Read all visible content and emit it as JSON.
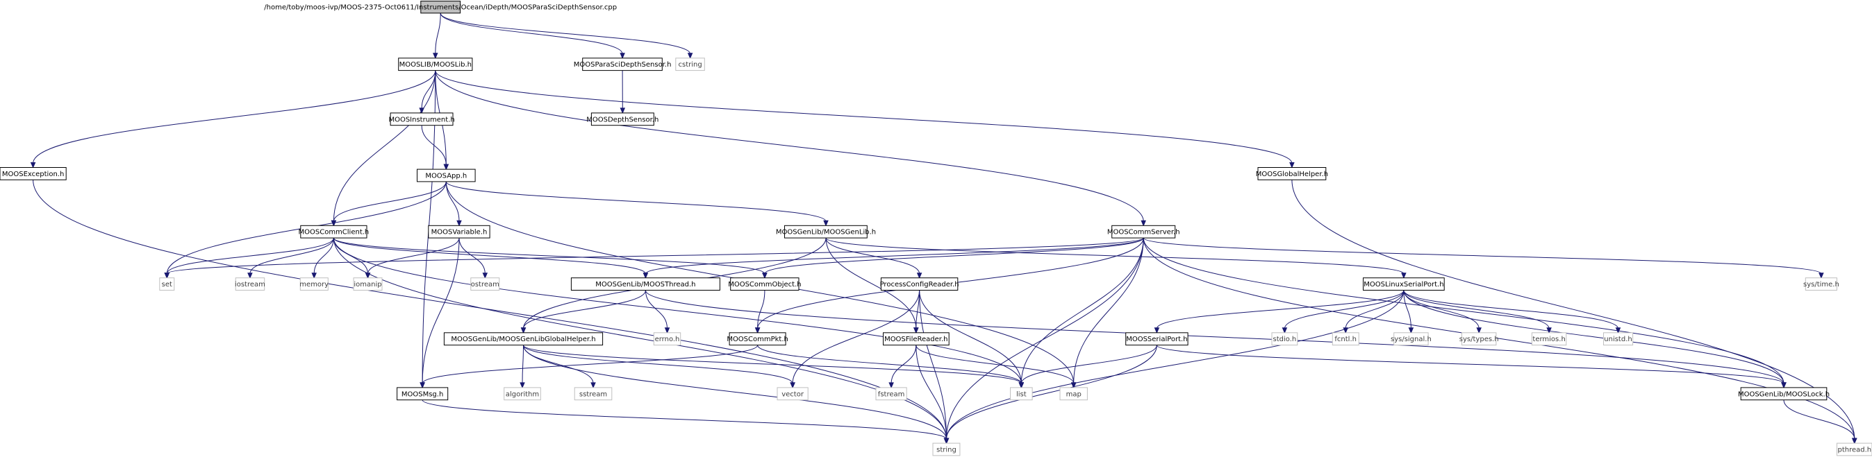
{
  "root_file": "/home/toby/moos-ivp/MOOS-2375-Oct0611/Instruments/Ocean/iDepth/MOOSParaSciDepthSensor.cpp",
  "colors": {
    "edge": "#191970",
    "root_fill": "#bfbfbf",
    "root_border": "#000000",
    "local_border": "#000000",
    "system_border": "#bfbfbf",
    "system_text": "#404040",
    "node_fill": "#ffffff"
  },
  "nodes": [
    {
      "id": "root",
      "label": "/home/toby/moos-ivp/MOOS-2375-Oct0611/Instruments/Ocean/iDepth/MOOSParaSciDepthSensor.cpp",
      "kind": "root"
    },
    {
      "id": "mooslib",
      "label": "MOOSLIB/MOOSLib.h",
      "kind": "local"
    },
    {
      "id": "parasci",
      "label": "MOOSParaSciDepthSensor.h",
      "kind": "local"
    },
    {
      "id": "cstring",
      "label": "cstring",
      "kind": "system"
    },
    {
      "id": "depthsensor",
      "label": "MOOSDepthSensor.h",
      "kind": "local"
    },
    {
      "id": "instrument",
      "label": "MOOSInstrument.h",
      "kind": "local"
    },
    {
      "id": "exception",
      "label": "MOOSException.h",
      "kind": "local"
    },
    {
      "id": "app",
      "label": "MOOSApp.h",
      "kind": "local"
    },
    {
      "id": "globalhelper",
      "label": "MOOSGlobalHelper.h",
      "kind": "local"
    },
    {
      "id": "commclient",
      "label": "MOOSCommClient.h",
      "kind": "local"
    },
    {
      "id": "variable",
      "label": "MOOSVariable.h",
      "kind": "local"
    },
    {
      "id": "genlib",
      "label": "MOOSGenLib/MOOSGenLib.h",
      "kind": "local"
    },
    {
      "id": "commserver",
      "label": "MOOSCommServer.h",
      "kind": "local"
    },
    {
      "id": "set",
      "label": "set",
      "kind": "system"
    },
    {
      "id": "iostream",
      "label": "iostream",
      "kind": "system"
    },
    {
      "id": "memory",
      "label": "memory",
      "kind": "system"
    },
    {
      "id": "iomanip",
      "label": "iomanip",
      "kind": "system"
    },
    {
      "id": "ostream",
      "label": "ostream",
      "kind": "system"
    },
    {
      "id": "thread",
      "label": "MOOSGenLib/MOOSThread.h",
      "kind": "local"
    },
    {
      "id": "commobject",
      "label": "MOOSCommObject.h",
      "kind": "local"
    },
    {
      "id": "processconfig",
      "label": "ProcessConfigReader.h",
      "kind": "local"
    },
    {
      "id": "linuxserial",
      "label": "MOOSLinuxSerialPort.h",
      "kind": "local"
    },
    {
      "id": "systime",
      "label": "sys/time.h",
      "kind": "system"
    },
    {
      "id": "genlibglobal",
      "label": "MOOSGenLib/MOOSGenLibGlobalHelper.h",
      "kind": "local"
    },
    {
      "id": "errno",
      "label": "errno.h",
      "kind": "system"
    },
    {
      "id": "commpkt",
      "label": "MOOSCommPkt.h",
      "kind": "local"
    },
    {
      "id": "filereader",
      "label": "MOOSFileReader.h",
      "kind": "local"
    },
    {
      "id": "serialport",
      "label": "MOOSSerialPort.h",
      "kind": "local"
    },
    {
      "id": "stdio",
      "label": "stdio.h",
      "kind": "system"
    },
    {
      "id": "fcntl",
      "label": "fcntl.h",
      "kind": "system"
    },
    {
      "id": "syssignal",
      "label": "sys/signal.h",
      "kind": "system"
    },
    {
      "id": "systypes",
      "label": "sys/types.h",
      "kind": "system"
    },
    {
      "id": "termios",
      "label": "termios.h",
      "kind": "system"
    },
    {
      "id": "unistd",
      "label": "unistd.h",
      "kind": "system"
    },
    {
      "id": "moosmsg",
      "label": "MOOSMsg.h",
      "kind": "local"
    },
    {
      "id": "algorithm",
      "label": "algorithm",
      "kind": "system"
    },
    {
      "id": "sstream",
      "label": "sstream",
      "kind": "system"
    },
    {
      "id": "vector",
      "label": "vector",
      "kind": "system"
    },
    {
      "id": "list",
      "label": "list",
      "kind": "system"
    },
    {
      "id": "map",
      "label": "map",
      "kind": "system"
    },
    {
      "id": "fstream",
      "label": "fstream",
      "kind": "system"
    },
    {
      "id": "lock",
      "label": "MOOSGenLib/MOOSLock.h",
      "kind": "local"
    },
    {
      "id": "string",
      "label": "string",
      "kind": "system"
    },
    {
      "id": "pthread",
      "label": "pthread.h",
      "kind": "system"
    }
  ],
  "edges": [
    [
      "root",
      "mooslib"
    ],
    [
      "root",
      "parasci"
    ],
    [
      "root",
      "cstring"
    ],
    [
      "parasci",
      "depthsensor"
    ],
    [
      "mooslib",
      "instrument"
    ],
    [
      "mooslib",
      "exception"
    ],
    [
      "mooslib",
      "app"
    ],
    [
      "mooslib",
      "commclient"
    ],
    [
      "mooslib",
      "globalhelper"
    ],
    [
      "mooslib",
      "commserver"
    ],
    [
      "mooslib",
      "moosmsg"
    ],
    [
      "instrument",
      "app"
    ],
    [
      "exception",
      "string"
    ],
    [
      "app",
      "commclient"
    ],
    [
      "app",
      "variable"
    ],
    [
      "app",
      "genlib"
    ],
    [
      "app",
      "set"
    ],
    [
      "app",
      "map"
    ],
    [
      "globalhelper",
      "pthread"
    ],
    [
      "commclient",
      "set"
    ],
    [
      "commclient",
      "iostream"
    ],
    [
      "commclient",
      "memory"
    ],
    [
      "commclient",
      "iomanip"
    ],
    [
      "commclient",
      "thread"
    ],
    [
      "commclient",
      "commobject"
    ],
    [
      "commclient",
      "string"
    ],
    [
      "commclient",
      "list"
    ],
    [
      "variable",
      "iomanip"
    ],
    [
      "variable",
      "ostream"
    ],
    [
      "variable",
      "moosmsg"
    ],
    [
      "genlib",
      "genlibglobal"
    ],
    [
      "genlib",
      "processconfig"
    ],
    [
      "genlib",
      "filereader"
    ],
    [
      "genlib",
      "linuxserial"
    ],
    [
      "commserver",
      "thread"
    ],
    [
      "commserver",
      "commobject"
    ],
    [
      "commserver",
      "commpkt"
    ],
    [
      "commserver",
      "set"
    ],
    [
      "commserver",
      "map"
    ],
    [
      "commserver",
      "systime"
    ],
    [
      "commserver",
      "lock"
    ],
    [
      "commserver",
      "pthread"
    ],
    [
      "commserver",
      "list"
    ],
    [
      "commserver",
      "string"
    ],
    [
      "thread",
      "genlibglobal"
    ],
    [
      "thread",
      "errno"
    ],
    [
      "thread",
      "lock"
    ],
    [
      "commobject",
      "commpkt"
    ],
    [
      "processconfig",
      "filereader"
    ],
    [
      "processconfig",
      "vector"
    ],
    [
      "processconfig",
      "list"
    ],
    [
      "processconfig",
      "string"
    ],
    [
      "linuxserial",
      "serialport"
    ],
    [
      "linuxserial",
      "stdio"
    ],
    [
      "linuxserial",
      "fcntl"
    ],
    [
      "linuxserial",
      "syssignal"
    ],
    [
      "linuxserial",
      "systypes"
    ],
    [
      "linuxserial",
      "termios"
    ],
    [
      "linuxserial",
      "unistd"
    ],
    [
      "linuxserial",
      "lock"
    ],
    [
      "linuxserial",
      "string"
    ],
    [
      "genlibglobal",
      "algorithm"
    ],
    [
      "genlibglobal",
      "sstream"
    ],
    [
      "genlibglobal",
      "vector"
    ],
    [
      "genlibglobal",
      "list"
    ],
    [
      "genlibglobal",
      "string"
    ],
    [
      "commpkt",
      "moosmsg"
    ],
    [
      "commpkt",
      "list"
    ],
    [
      "filereader",
      "fstream"
    ],
    [
      "filereader",
      "map"
    ],
    [
      "filereader",
      "string"
    ],
    [
      "serialport",
      "lock"
    ],
    [
      "serialport",
      "list"
    ],
    [
      "serialport",
      "string"
    ],
    [
      "moosmsg",
      "string"
    ],
    [
      "lock",
      "pthread"
    ]
  ]
}
